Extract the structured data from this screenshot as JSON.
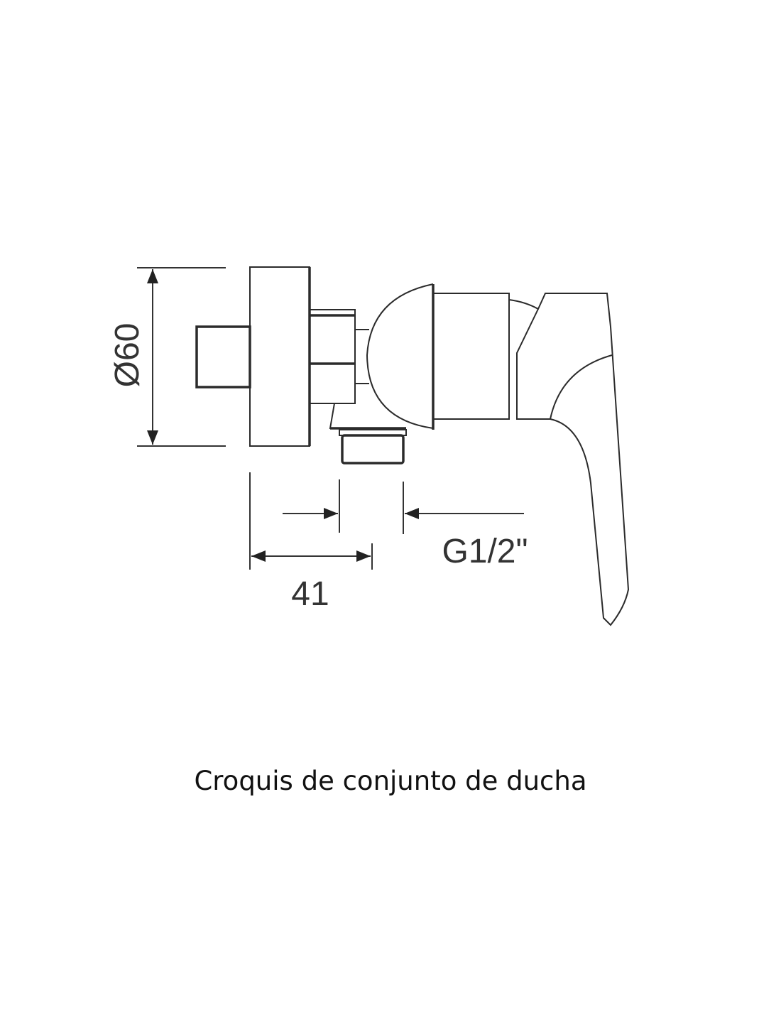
{
  "diagram": {
    "dimensions": {
      "diameter_label": "Ø60",
      "depth_label": "41",
      "thread_label": "G1/2\""
    },
    "caption": "Croquis de conjunto de ducha",
    "line_color": "#2b2b2b"
  }
}
